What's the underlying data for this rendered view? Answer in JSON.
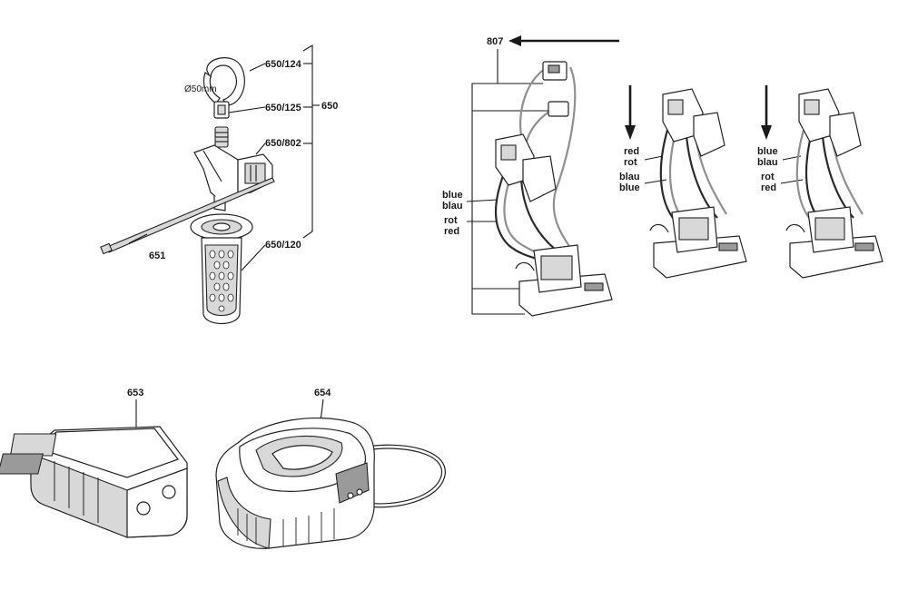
{
  "labels": {
    "p650_124": "650/124",
    "d50": "Ø50mm",
    "p650_125": "650/125",
    "p650": "650",
    "p650_802": "650/802",
    "p651": "651",
    "p650_120": "650/120",
    "p807": "807",
    "blue": "blue",
    "blau": "blau",
    "rot": "rot",
    "red": "red",
    "p653": "653",
    "p654": "654"
  },
  "colors": {
    "ink": "#1a1a1a",
    "wire_light": "#8f8f8f",
    "wire_dark": "#2a2a2a"
  },
  "icons": [
    "depth-rod",
    "side-handle",
    "clamp-band",
    "wiring-switch-assembly",
    "battery-pack",
    "charger"
  ]
}
